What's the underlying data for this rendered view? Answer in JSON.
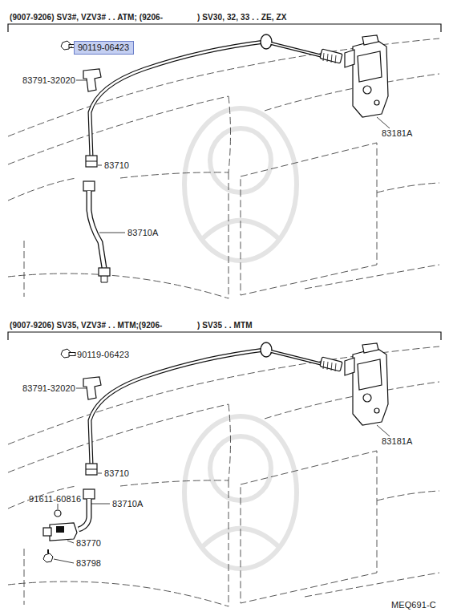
{
  "diagram": {
    "nodes": [
      {
        "text": [
          "90119-06423"
        ]
      }
    ],
    "edges": [],
    "labels": [
      "(9007-9206) SV3#, VZV3# . . ATM; (9206-",
      ") SV30, 32, 33 . . ZE, ZX",
      "83791-32020",
      "83710",
      "83710A",
      "83181A",
      "(9007-9206) SV35, VZV3# . . MTM;(9206-",
      ") SV35 . . MTM",
      "90119-06423",
      "83791-32020",
      "83710",
      "91611-60816",
      "83710A",
      "83770",
      "83798",
      "83181A",
      "MEQ691-C"
    ]
  }
}
